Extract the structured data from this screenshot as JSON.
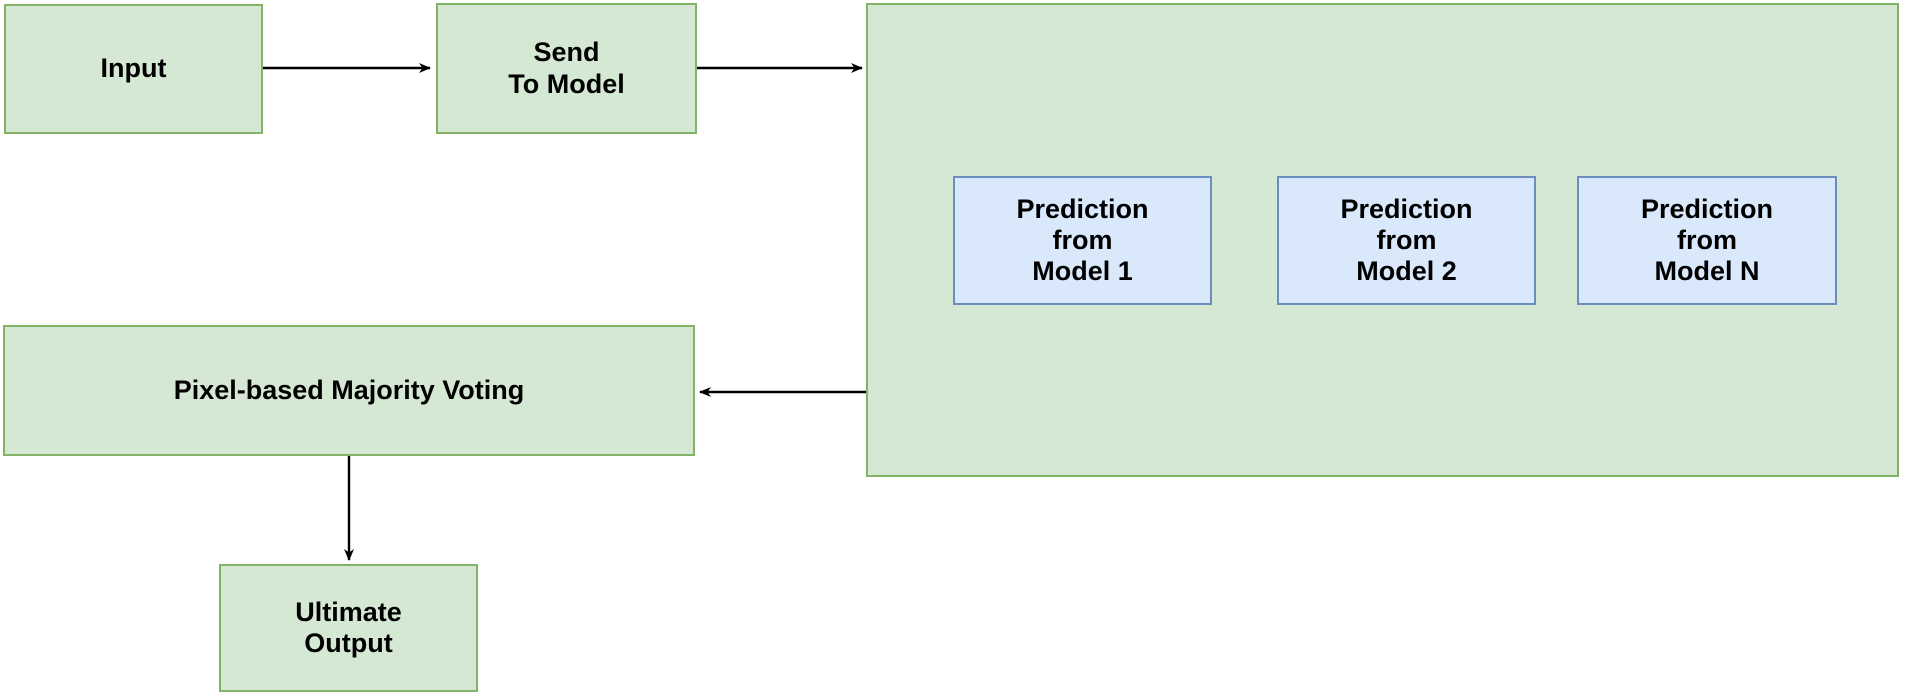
{
  "diagram": {
    "type": "flowchart",
    "background_color": "#ffffff",
    "colors": {
      "process_fill": "#d5e8d4",
      "process_border": "#82b366",
      "prediction_fill": "#dae8fc",
      "prediction_border": "#6c8ebf",
      "arrow": "#000000",
      "text": "#000000"
    },
    "nodes": {
      "input": {
        "label": "Input"
      },
      "send_to_model": {
        "label": "Send\nTo Model"
      },
      "model_container": {
        "label": ""
      },
      "prediction_1": {
        "label": "Prediction\nfrom\nModel 1"
      },
      "prediction_2": {
        "label": "Prediction\nfrom\nModel 2"
      },
      "prediction_n": {
        "label": "Prediction\nfrom\nModel N"
      },
      "majority_voting": {
        "label": "Pixel-based Majority Voting"
      },
      "ultimate_output": {
        "label": "Ultimate\nOutput"
      }
    },
    "edges": [
      {
        "from": "input",
        "to": "send_to_model",
        "direction": "right"
      },
      {
        "from": "send_to_model",
        "to": "model_container",
        "direction": "right"
      },
      {
        "from": "model_container",
        "to": "majority_voting",
        "direction": "left"
      },
      {
        "from": "majority_voting",
        "to": "ultimate_output",
        "direction": "down"
      }
    ]
  }
}
